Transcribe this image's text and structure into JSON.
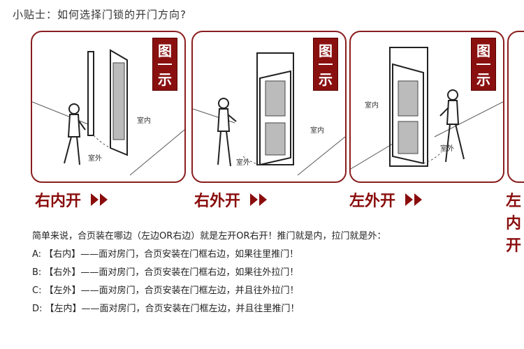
{
  "tip_title": "小贴士：如何选择门锁的开门方向?",
  "badge": {
    "line1": "图",
    "line2": "示"
  },
  "panels": [
    {
      "caption": "右内开",
      "inside_label": "室内",
      "outside_label": "室外"
    },
    {
      "caption": "右外开",
      "inside_label": "室内",
      "outside_label": "室外"
    },
    {
      "caption": "左外开",
      "inside_label": "室内",
      "outside_label": "室外"
    },
    {
      "caption": "左内开"
    }
  ],
  "description": {
    "intro": "简单来说，合页装在哪边（左边OR右边）就是左开OR右开！推门就是内，拉门就是外：",
    "lines": [
      "A: 【右内】——面对房门，合页安装在门框右边，如果往里推门！",
      "B: 【右外】——面对房门，合页安装在门框右边，如果往外拉门！",
      "C: 【左外】——面对房门，合页安装在门框左边，并且往外拉门！",
      "D: 【左内】——面对房门，合页安装在门框左边，并且往里推门！"
    ]
  },
  "colors": {
    "accent": "#8a1010",
    "border": "#8a1e1e"
  },
  "icons": [
    "door-illustration",
    "person-illustration",
    "chevron-right-icon"
  ]
}
